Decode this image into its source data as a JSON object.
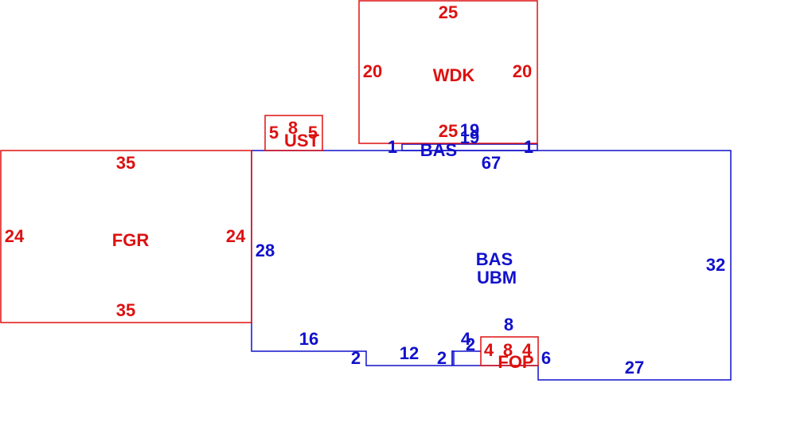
{
  "colors": {
    "red": "#dd1111",
    "blue": "#1111cc"
  },
  "areas": {
    "wdk": {
      "code": "WDK",
      "top": "25",
      "bottom": "25",
      "left": "20",
      "right": "20"
    },
    "ust": {
      "code": "UST",
      "top": "8",
      "left": "5",
      "right": "5"
    },
    "fgr": {
      "code": "FGR",
      "top": "35",
      "bottom": "35",
      "left": "24",
      "right": "24"
    },
    "fop": {
      "code": "FOP",
      "top": "8",
      "left": "4",
      "right": "4"
    },
    "bas_notch": {
      "code": "BAS",
      "top": "19",
      "bottom": "19",
      "left": "1",
      "right": "1"
    },
    "bas_main": {
      "code": "BAS",
      "code2": "UBM",
      "top": "67",
      "left": "28",
      "right": "32",
      "bottom_left": "16",
      "step_a": "2",
      "middle": "12",
      "step_b": "2",
      "small_a": "4",
      "small_b": "2",
      "notch_top": "8",
      "notch_right": "6",
      "bottom_right": "27"
    }
  }
}
